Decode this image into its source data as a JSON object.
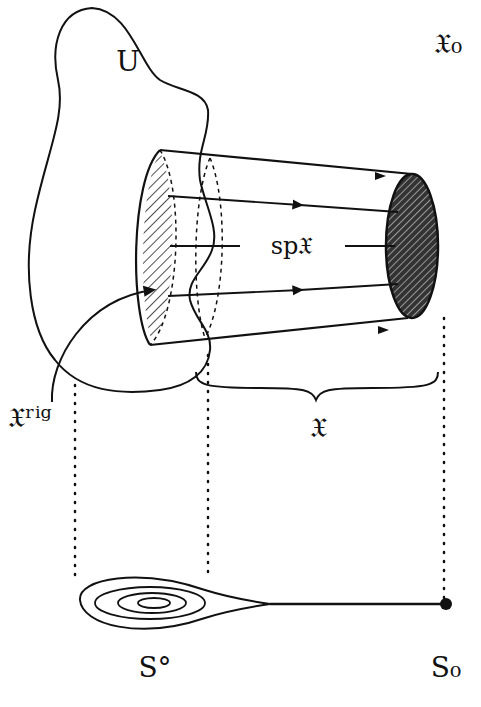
{
  "diagram": {
    "labels": [
      "U",
      "𝔛₀",
      "sp𝔛",
      "𝔛ʳⁱᵍ",
      "𝔛",
      "S°",
      "S₀"
    ]
  }
}
